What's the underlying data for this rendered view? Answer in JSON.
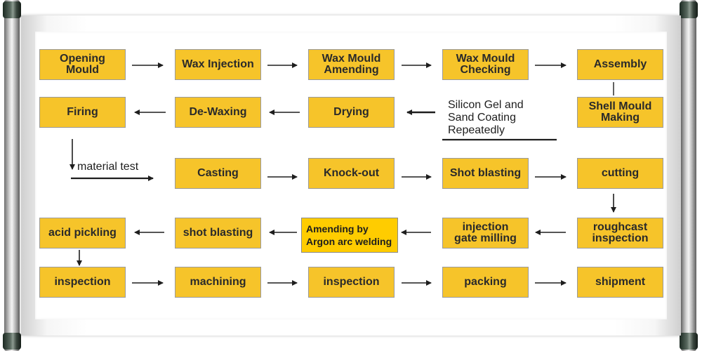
{
  "steps": {
    "opening_mould": "Opening\nMould",
    "wax_injection": "Wax Injection",
    "wax_mould_amending": "Wax Mould\nAmending",
    "wax_mould_checking": "Wax Mould\nChecking",
    "assembly": "Assembly",
    "firing": "Firing",
    "de_waxing": "De-Waxing",
    "drying": "Drying",
    "silicon_gel": "Silicon Gel and\nSand Coating\nRepeatedly",
    "shell_mould_making": "Shell Mould\nMaking",
    "material_test": "material test",
    "casting": "Casting",
    "knock_out": "Knock-out",
    "shot_blasting_1": "Shot blasting",
    "cutting": "cutting",
    "acid_pickling": "acid pickling",
    "shot_blasting_2": "shot blasting",
    "amending_argon": "Amending by\nArgon arc welding",
    "injection_gate_milling": "injection\ngate milling",
    "roughcast_inspection": "roughcast\ninspection",
    "inspection_1": "inspection",
    "machining": "machining",
    "inspection_2": "inspection",
    "packing": "packing",
    "shipment": "shipment"
  },
  "colors": {
    "box_fill": "#f6c42a",
    "box_border": "#9a9a9a",
    "highlight_fill": "#ffcc00",
    "text": "#2a2a2a",
    "arrow": "#1e1e1e"
  }
}
